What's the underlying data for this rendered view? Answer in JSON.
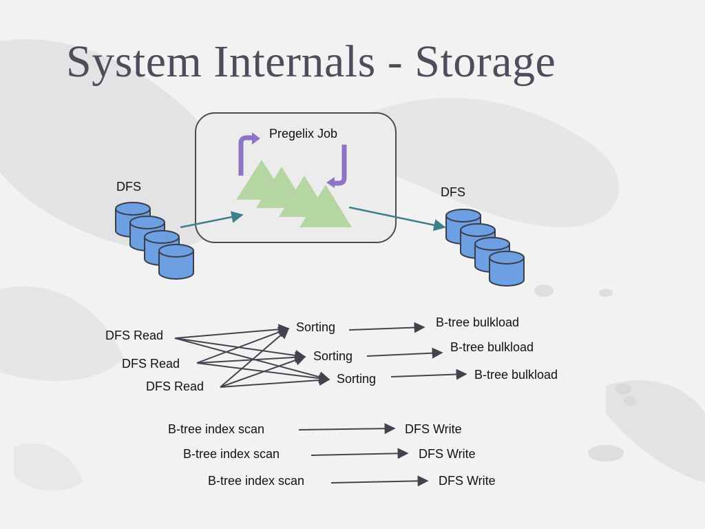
{
  "slide": {
    "title": "System Internals - Storage"
  },
  "diagram": {
    "job_box": {
      "label": "Pregelix Job"
    },
    "dfs_left": {
      "label": "DFS"
    },
    "dfs_right": {
      "label": "DFS"
    },
    "read_nodes": [
      "DFS Read",
      "DFS Read",
      "DFS Read"
    ],
    "sort_nodes": [
      "Sorting",
      "Sorting",
      "Sorting"
    ],
    "bulkload_nodes": [
      "B-tree bulkload",
      "B-tree bulkload",
      "B-tree bulkload"
    ],
    "scan_nodes": [
      "B-tree index scan",
      "B-tree index scan",
      "B-tree index scan"
    ],
    "write_nodes": [
      "DFS Write",
      "DFS Write",
      "DFS Write"
    ]
  },
  "colors": {
    "title": "#4e4d5b",
    "cylinder_fill": "#6d9fe3",
    "cylinder_stroke": "#3a3d4a",
    "triangle": "#b5d6a2",
    "loop_arrow": "#8d74c4",
    "teal_arrow": "#3e7f8c",
    "edge": "#44434d"
  }
}
